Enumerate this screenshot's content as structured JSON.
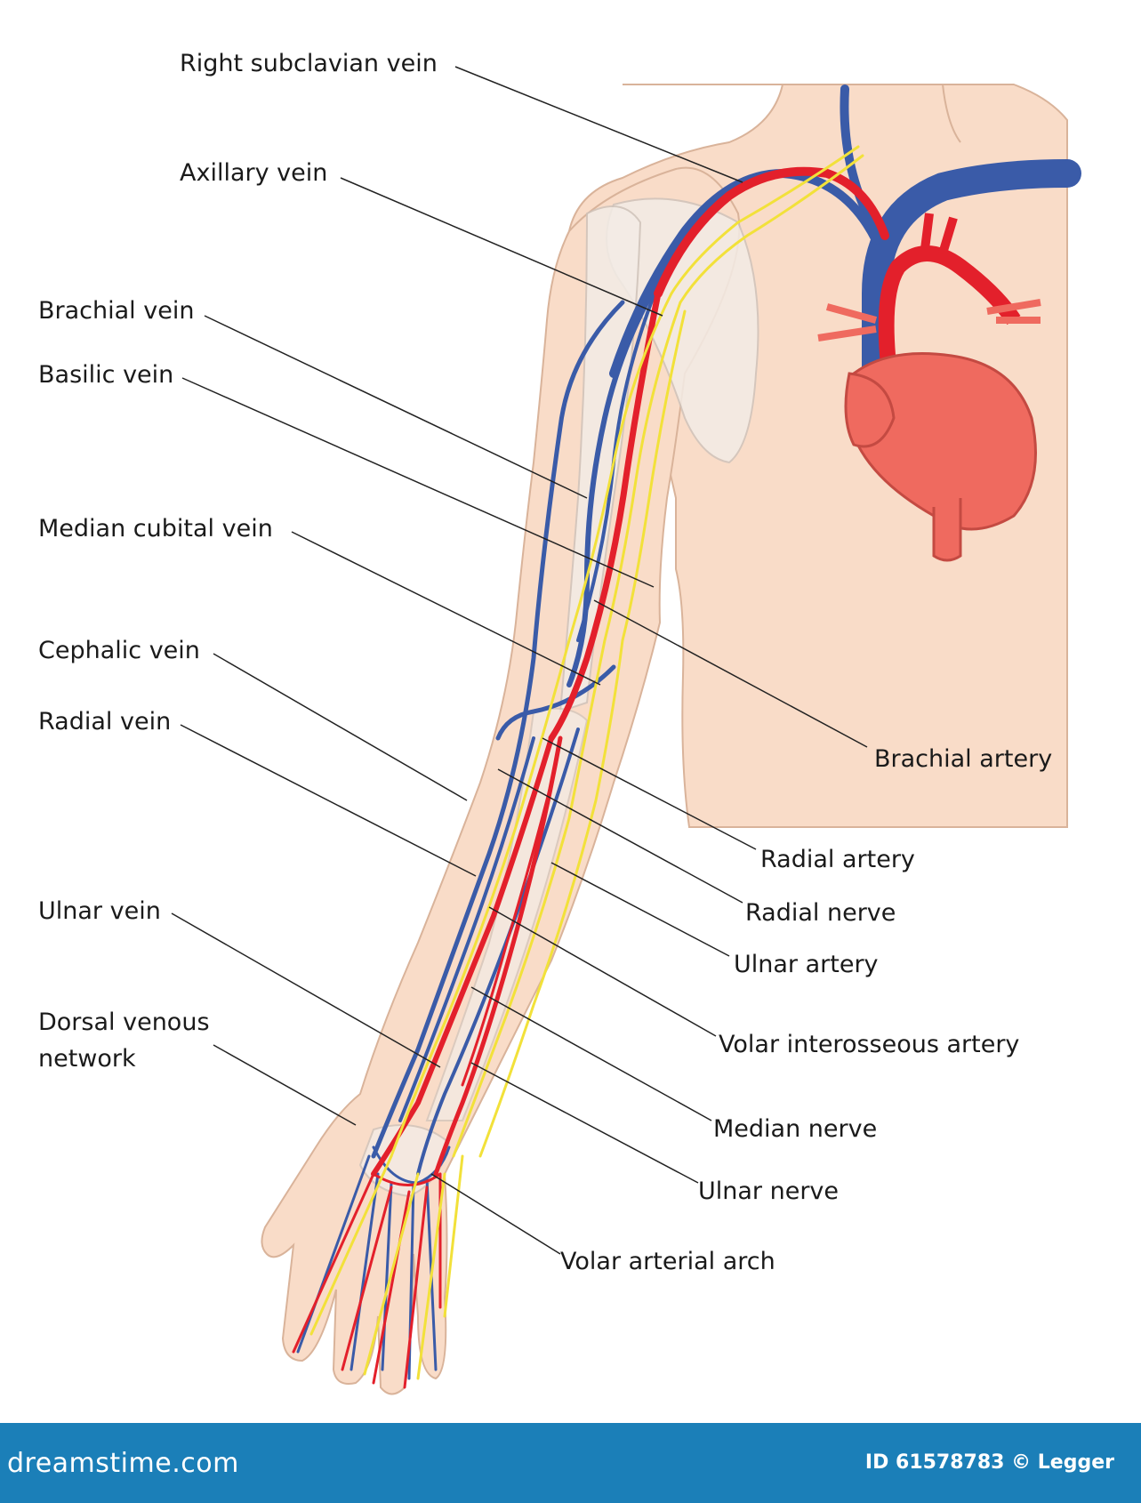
{
  "colors": {
    "vein": "#3a5ba8",
    "artery": "#e3202b",
    "nerve": "#f2e13a",
    "skin": "#f9dcc8",
    "skin_outline": "#d9b39a",
    "bone": "#f3ece6",
    "heart": "#ef6a5f",
    "footer": "#1b7fb8"
  },
  "labels": {
    "right_subclavian_vein": "Right subclavian vein",
    "axillary_vein": "Axillary vein",
    "brachial_vein": "Brachial vein",
    "basilic_vein": "Basilic vein",
    "median_cubital_vein": "Median cubital vein",
    "cephalic_vein": "Cephalic vein",
    "radial_vein": "Radial vein",
    "ulnar_vein": "Ulnar vein",
    "dorsal_venous_line1": "Dorsal venous",
    "dorsal_venous_line2": "network",
    "brachial_artery": "Brachial artery",
    "radial_artery": "Radial artery",
    "radial_nerve": "Radial nerve",
    "ulnar_artery": "Ulnar artery",
    "volar_interosseous_artery": "Volar interosseous artery",
    "median_nerve": "Median nerve",
    "ulnar_nerve": "Ulnar nerve",
    "volar_arterial_arch": "Volar arterial arch"
  },
  "footer": {
    "logo": "dreamstime.com",
    "credit": "ID 61578783 © Legger"
  }
}
